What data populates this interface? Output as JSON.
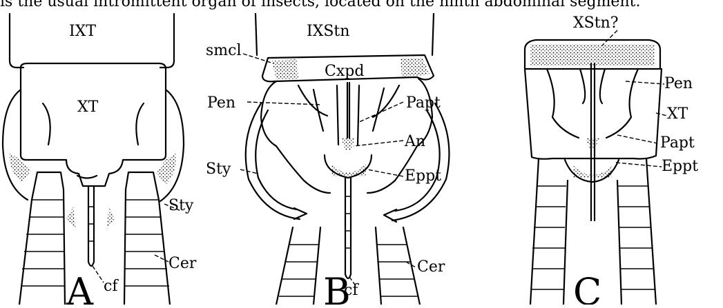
{
  "caption": "is the usual intromittent organ of insects, located on the ninth abdominal segment.",
  "figures": {
    "a": {
      "letter": "A",
      "labels": {
        "ixt": "IXT",
        "xt": "XT",
        "sty": "Sty",
        "cer": "Cer",
        "cf": "cf"
      }
    },
    "b": {
      "letter": "B",
      "labels": {
        "ixstn": "IXStn",
        "smcl": "smcl",
        "cxpd": "Cxpd",
        "pen": "Pen",
        "papt": "Papt",
        "an": "An",
        "sty": "Sty",
        "eppt": "Eppt",
        "cer": "Cer",
        "cf": "cf"
      }
    },
    "c": {
      "letter": "C",
      "labels": {
        "xstn": "XStn?",
        "pen": "Pen",
        "xt": "XT",
        "papt": "Papt",
        "eppt": "Eppt"
      }
    }
  }
}
